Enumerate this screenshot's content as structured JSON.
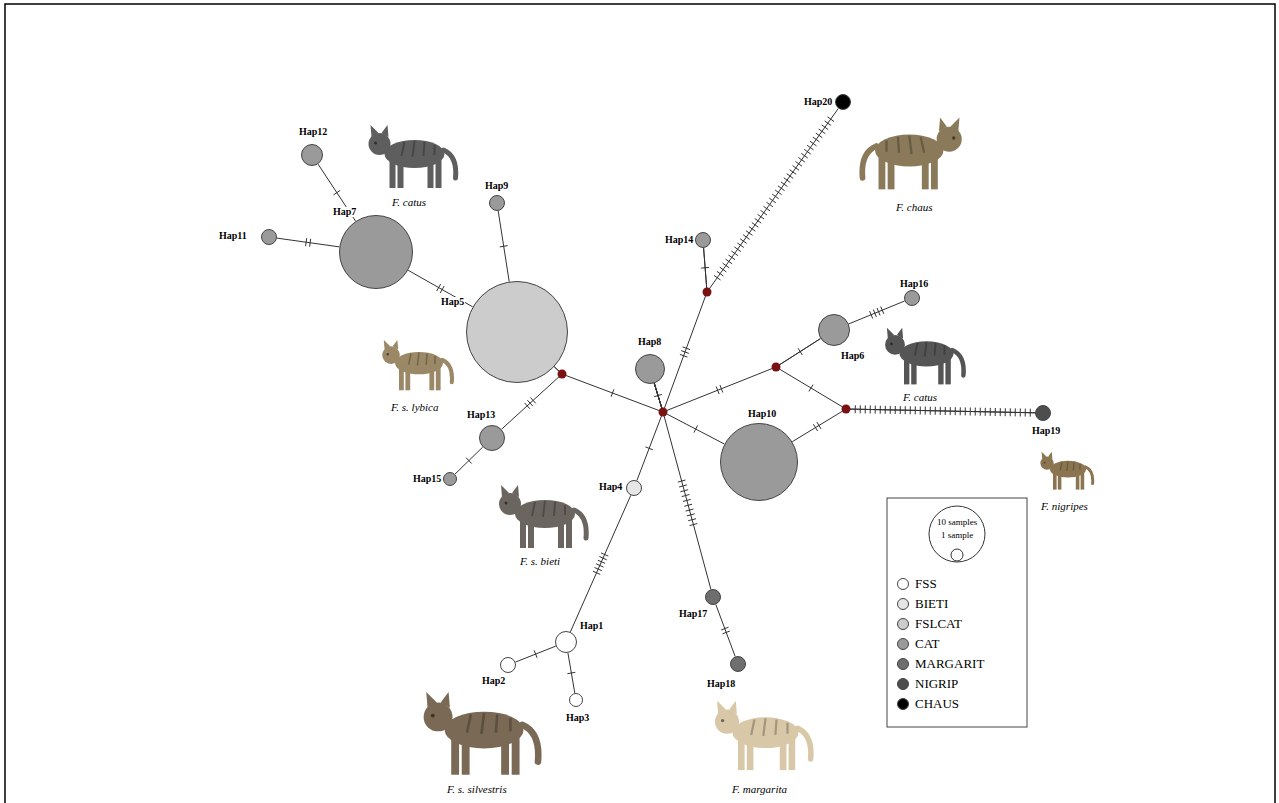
{
  "diagram": {
    "nodes": [
      {
        "text": [
          "Hap20"
        ]
      },
      {
        "text": [
          "Hap12"
        ]
      },
      {
        "text": [
          "Hap9"
        ]
      },
      {
        "text": [
          "Hap14"
        ]
      },
      {
        "text": [
          "Hap11"
        ]
      },
      {
        "text": [
          "Hap7"
        ]
      },
      {
        "text": [
          "Hap16"
        ]
      },
      {
        "text": [
          "Hap5"
        ]
      },
      {
        "text": [
          "Hap6"
        ]
      },
      {
        "text": [
          "Hap8"
        ]
      },
      {
        "text": [
          "Hap19"
        ]
      },
      {
        "text": [
          "Hap13"
        ]
      },
      {
        "text": [
          "Hap10"
        ]
      },
      {
        "text": [
          "Hap15"
        ]
      },
      {
        "text": [
          "Hap4"
        ]
      },
      {
        "text": [
          "Hap17"
        ]
      },
      {
        "text": [
          "Hap1"
        ]
      },
      {
        "text": [
          "Hap18"
        ]
      },
      {
        "text": [
          "Hap2"
        ]
      },
      {
        "text": [
          "Hap3"
        ]
      }
    ],
    "edges": [
      {
        "from": 1,
        "to": 5,
        "arrow": "none"
      },
      {
        "from": 4,
        "to": 5,
        "arrow": "none"
      },
      {
        "from": 5,
        "to": 7,
        "arrow": "none"
      },
      {
        "from": 2,
        "to": 7,
        "arrow": "none"
      },
      {
        "from": 7,
        "to": 11,
        "arrow": "none"
      },
      {
        "from": 13,
        "to": 11,
        "arrow": "none"
      },
      {
        "from": 7,
        "to": 9,
        "arrow": "none"
      },
      {
        "from": 9,
        "to": 14,
        "arrow": "none"
      },
      {
        "from": 14,
        "to": 16,
        "arrow": "none"
      },
      {
        "from": 16,
        "to": 18,
        "arrow": "none"
      },
      {
        "from": 16,
        "to": 19,
        "arrow": "none"
      },
      {
        "from": 9,
        "to": 15,
        "arrow": "none"
      },
      {
        "from": 15,
        "to": 17,
        "arrow": "none"
      },
      {
        "from": 9,
        "to": 12,
        "arrow": "none"
      },
      {
        "from": 9,
        "to": 3,
        "arrow": "none"
      },
      {
        "from": 3,
        "to": 0,
        "arrow": "none"
      },
      {
        "from": 9,
        "to": 8,
        "arrow": "none"
      },
      {
        "from": 8,
        "to": 6,
        "arrow": "none"
      },
      {
        "from": 8,
        "to": 10,
        "arrow": "none"
      },
      {
        "from": 12,
        "to": 10,
        "arrow": "none"
      }
    ],
    "labels": [
      "F. catus",
      "F. chaus",
      "F. s. lybica",
      "F. catus",
      "F. s. bieti",
      "F. nigripes",
      "F. s. silvestris",
      "F. margarita",
      "10 samples",
      "1 sample"
    ],
    "legend": [
      {
        "text": "FSS",
        "color": "#ffffff"
      },
      {
        "text": "BIETI",
        "color": "#e6e6e6"
      },
      {
        "text": "FSLCAT",
        "color": "#cccccc"
      },
      {
        "text": "CAT",
        "color": "#9a9a9a"
      },
      {
        "text": "MARGARIT",
        "color": "#6e6e6e"
      },
      {
        "text": "NIGRIP",
        "color": "#4d4d4d"
      },
      {
        "text": "CHAUS",
        "color": "#000000"
      }
    ]
  }
}
